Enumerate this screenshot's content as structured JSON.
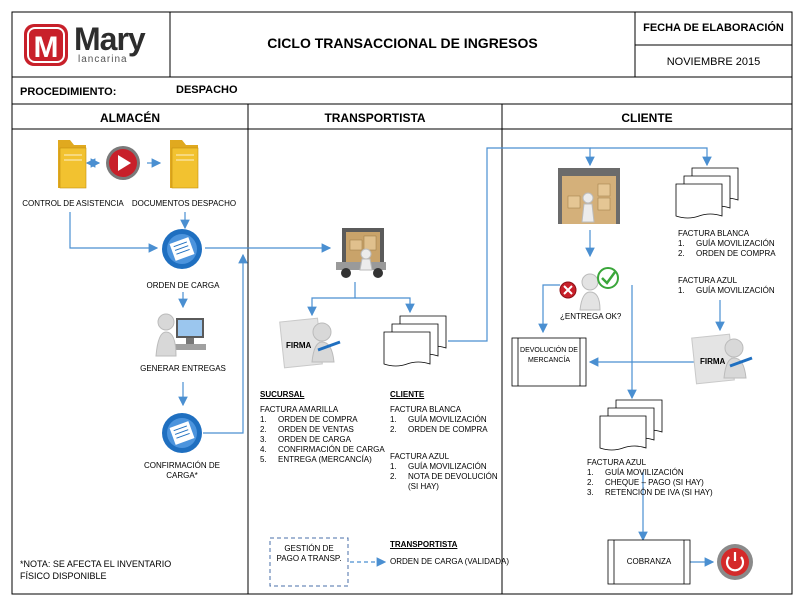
{
  "header": {
    "logo_text": "Mary",
    "logo_subtext": "lancarina",
    "title": "CICLO TRANSACCIONAL  DE INGRESOS",
    "date_label": "FECHA DE ELABORACIÓN",
    "date_value": "NOVIEMBRE 2015"
  },
  "procedure": {
    "label": "PROCEDIMIENTO:",
    "value": "DESPACHO"
  },
  "lanes": {
    "almacen": "ALMACÉN",
    "transportista": "TRANSPORTISTA",
    "cliente": "CLIENTE"
  },
  "almacen": {
    "control": "CONTROL DE ASISTENCIA",
    "documentos": "DOCUMENTOS DESPACHO",
    "orden_carga": "ORDEN DE CARGA",
    "generar": "GENERAR ENTREGAS",
    "confirmacion": "CONFIRMACIÓN DE CARGA*",
    "nota": "*NOTA: SE AFECTA EL INVENTARIO FÍSICO DISPONIBLE"
  },
  "transportista": {
    "firma": "FIRMA",
    "sucursal": {
      "title": "SUCURSAL",
      "subtitle": "FACTURA AMARILLA",
      "items": [
        "ORDEN DE COMPRA",
        "ORDEN DE VENTAS",
        "ORDEN DE CARGA",
        "CONFIRMACIÓN DE CARGA",
        "ENTREGA (MERCANCÍA)"
      ]
    },
    "cliente": {
      "title": "CLIENTE",
      "blanca_title": "FACTURA BLANCA",
      "blanca_items": [
        "GUÍA MOVILIZACIÓN",
        "ORDEN DE COMPRA"
      ],
      "azul_title": "FACTURA AZUL",
      "azul_items": [
        "GUÍA MOVILIZACIÓN",
        "NOTA DE DEVOLUCIÓN (SI HAY)"
      ]
    },
    "gestion": "GESTIÓN DE PAGO A TRANSP.",
    "transp_title": "TRANSPORTISTA",
    "transp_value": "ORDEN DE CARGA (VALIDADA)"
  },
  "cliente": {
    "blanca_title": "FACTURA BLANCA",
    "blanca_items": [
      "GUÍA MOVILIZACIÓN",
      "ORDEN DE COMPRA"
    ],
    "azul_title": "FACTURA AZUL",
    "azul_items": [
      "GUÍA MOVILIZACIÓN"
    ],
    "entrega": "¿ENTREGA OK?",
    "devolucion": "DEVOLUCIÓN DE MERCANCÍA",
    "firma": "FIRMA",
    "azul2_title": "FACTURA AZUL",
    "azul2_items": [
      "GUÍA MOVILIZACIÓN",
      "CHEQUE – PAGO (SI HAY)",
      "RETENCIÓN DE IVA (SI HAY)"
    ],
    "cobranza": "COBRANZA"
  },
  "colors": {
    "flow": "#4a8fd1",
    "logo_red": "#c8202a",
    "folder": "#f2c230",
    "icon_blue": "#1f6fc0"
  }
}
